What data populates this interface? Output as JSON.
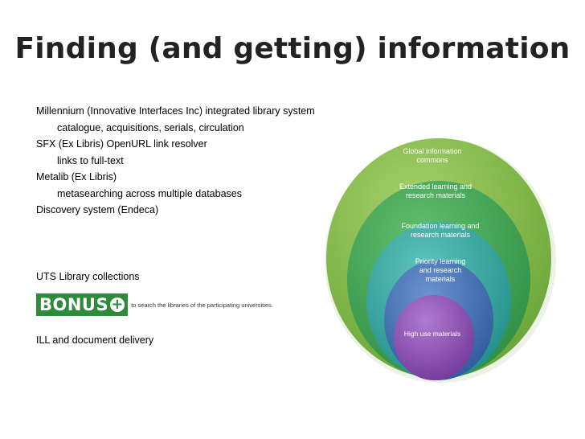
{
  "title": "Finding (and getting) information",
  "lines": [
    "Millennium (Innovative Interfaces Inc) integrated library system",
    "catalogue, acquisitions, serials, circulation",
    "SFX (Ex Libris) OpenURL link resolver",
    "links to full-text",
    "Metalib (Ex Libris)",
    "metasearching across multiple databases",
    "Discovery system (Endeca)"
  ],
  "uts": "UTS Library collections",
  "bonus": {
    "logo_text": "BONUS",
    "plus": "+",
    "tagline": "to search the libraries of the participating universities."
  },
  "ill": "ILL and document delivery",
  "diagram": {
    "layers": [
      {
        "label_lines": [
          "Global information",
          "commons"
        ],
        "color": "#7bb843"
      },
      {
        "label_lines": [
          "Extended learning and",
          "research materials"
        ],
        "color": "#3ea553"
      },
      {
        "label_lines": [
          "Foundation learning and",
          "research materials"
        ],
        "color": "#35a6a0"
      },
      {
        "label_lines": [
          "Priority learning",
          "and research",
          "materials"
        ],
        "color": "#3f6fb0"
      },
      {
        "label_lines": [
          "High use materials"
        ],
        "color": "#8d4fb0"
      }
    ]
  }
}
